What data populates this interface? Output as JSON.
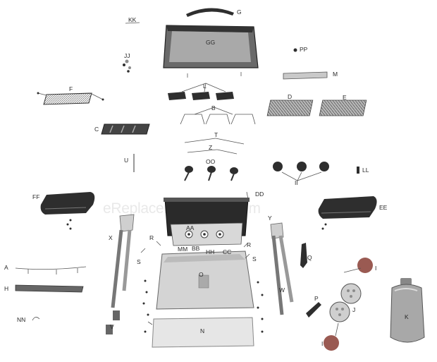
{
  "watermark": "eReplacementParts.com",
  "labels": {
    "kk": "KK",
    "g": "G",
    "gg": "GG",
    "pp": "PP",
    "jj": "JJ",
    "m": "M",
    "f": "F",
    "l": "L",
    "d": "D",
    "e": "E",
    "b": "B",
    "c": "C",
    "t": "T",
    "z": "Z",
    "u": "U",
    "oo": "OO",
    "ll": "LL",
    "ii": "II",
    "ff": "FF",
    "dd": "DD",
    "ee": "EE",
    "aa": "AA",
    "x": "X",
    "y": "Y",
    "r1": "R",
    "r2": "R",
    "mm": "MM",
    "bb": "BB",
    "hh": "HH",
    "cc": "CC",
    "s1": "S",
    "s2": "S",
    "q": "Q",
    "a": "A",
    "h": "H",
    "i1": "I",
    "w": "W",
    "p": "P",
    "j": "J",
    "k": "K",
    "nn": "NN",
    "v": "V",
    "n": "N",
    "i2": "I",
    "o": "O"
  },
  "colors": {
    "dark": "#2e2e2e",
    "mid": "#8c8c8c",
    "light": "#cfcfcf",
    "watermark": "#e9e9e9"
  }
}
